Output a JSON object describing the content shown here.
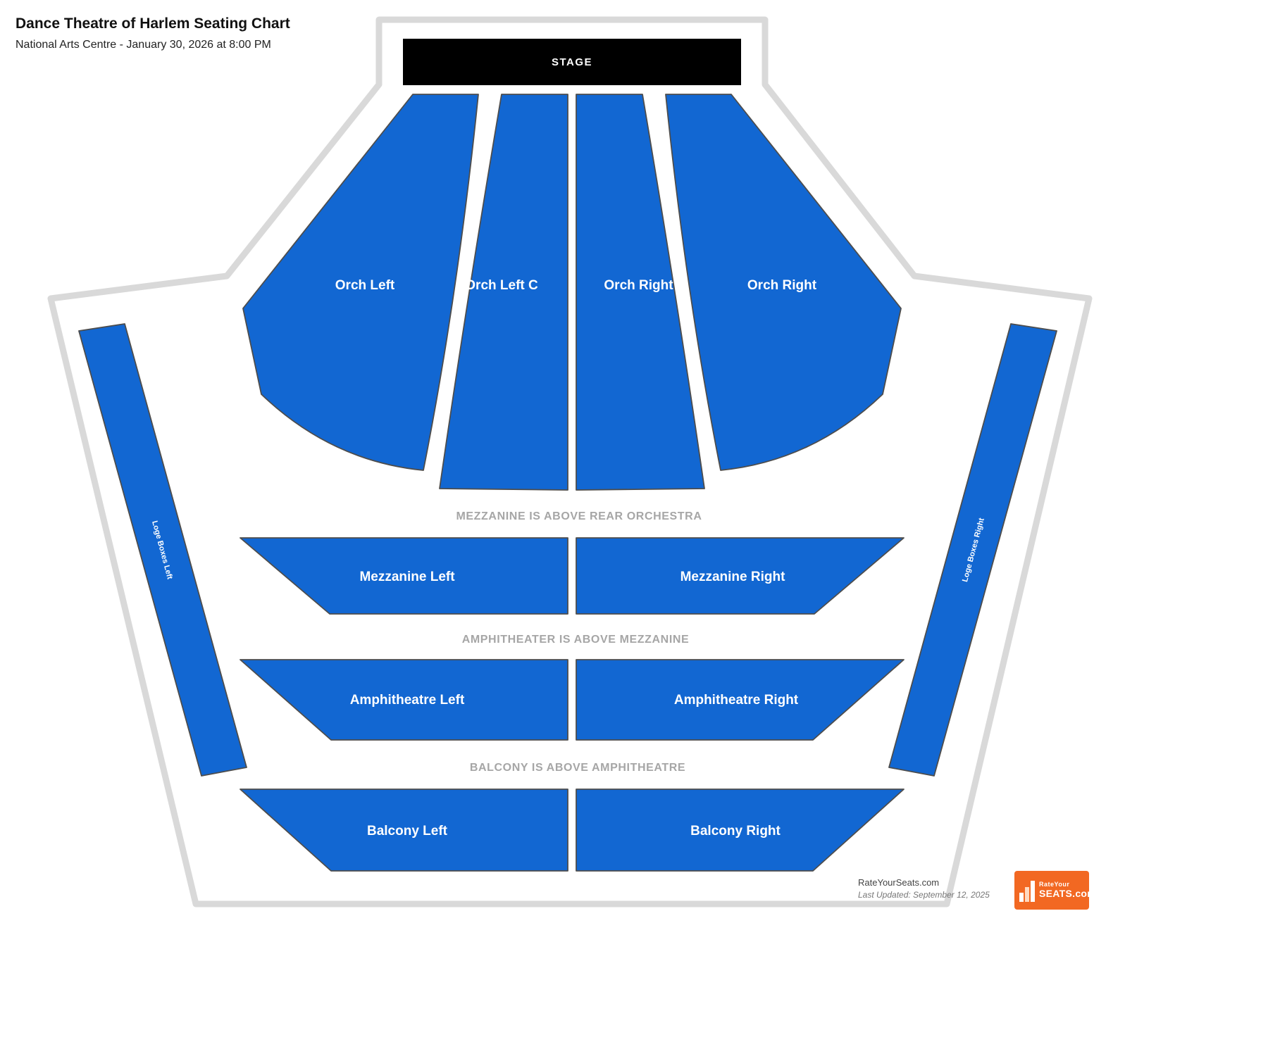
{
  "header": {
    "title": "Dance Theatre of Harlem Seating Chart",
    "subtitle": "National Arts Centre - January 30, 2026 at 8:00 PM"
  },
  "stage_label": "STAGE",
  "sections": {
    "orch_left": {
      "label": "Orch Left"
    },
    "orch_left_c": {
      "label": "Orch Left C"
    },
    "orch_right_c": {
      "label": "Orch Right C"
    },
    "orch_right": {
      "label": "Orch Right"
    },
    "mezzanine_left": {
      "label": "Mezzanine Left"
    },
    "mezzanine_right": {
      "label": "Mezzanine Right"
    },
    "amphitheatre_left": {
      "label": "Amphitheatre Left"
    },
    "amphitheatre_right": {
      "label": "Amphitheatre Right"
    },
    "balcony_left": {
      "label": "Balcony Left"
    },
    "balcony_right": {
      "label": "Balcony Right"
    },
    "loge_left": {
      "label": "Loge Boxes Left"
    },
    "loge_right": {
      "label": "Loge Boxes Right"
    }
  },
  "notes": {
    "mezzanine": "MEZZANINE IS ABOVE REAR ORCHESTRA",
    "amphitheater": "AMPHITHEATER IS ABOVE MEZZANINE",
    "balcony": "BALCONY IS ABOVE AMPHITHEATRE"
  },
  "footer": {
    "site": "RateYourSeats.com",
    "last_updated": "Last Updated: September 12, 2025",
    "logo_top": "RateYour",
    "logo_bottom": "SEATS.com"
  },
  "colors": {
    "section_fill": "#1267d2",
    "section_stroke": "#4d4d4d",
    "section_label": "#ffffff",
    "outline": "#d9d9d9",
    "note_text": "#a6a6a6",
    "stage_bg": "#000000",
    "logo_orange": "#f26822"
  }
}
